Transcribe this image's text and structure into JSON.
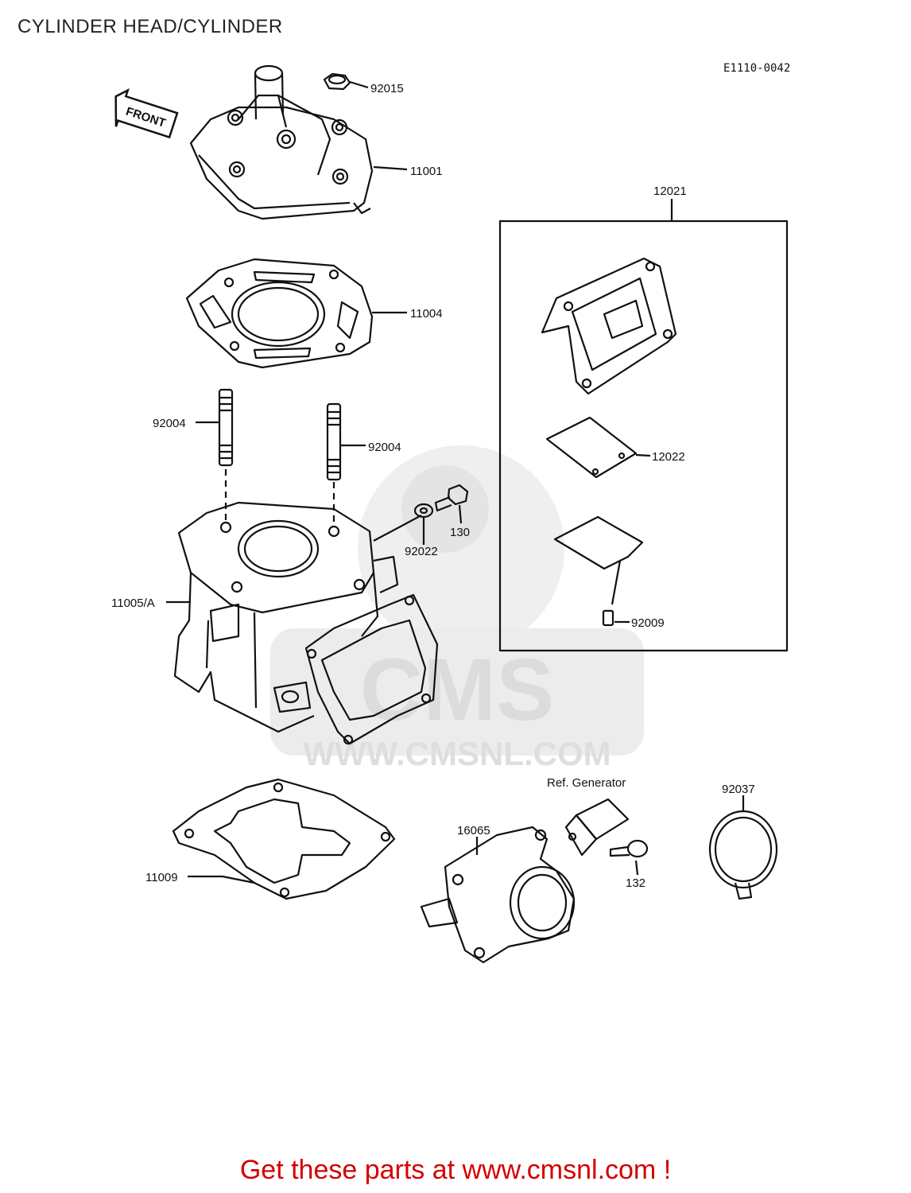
{
  "title": "CYLINDER HEAD/CYLINDER",
  "diagram_code": "E1110-0042",
  "front_label": "FRONT",
  "watermark": {
    "site": "WWW.CMSNL.COM",
    "logo": "CMS"
  },
  "ref_note": "Ref. Generator",
  "kit_label": "12021",
  "parts": [
    {
      "id": "92015"
    },
    {
      "id": "11001"
    },
    {
      "id": "11004"
    },
    {
      "id": "92004"
    },
    {
      "id": "92004"
    },
    {
      "id": "130"
    },
    {
      "id": "92022"
    },
    {
      "id": "11005/A"
    },
    {
      "id": "12022"
    },
    {
      "id": "92009"
    },
    {
      "id": "11009"
    },
    {
      "id": "16065"
    },
    {
      "id": "132"
    },
    {
      "id": "92037"
    }
  ],
  "footer": "Get these parts at www.cmsnl.com !",
  "colors": {
    "footer": "#d40000",
    "line": "#111111",
    "watermark": "#e6e6e6"
  }
}
